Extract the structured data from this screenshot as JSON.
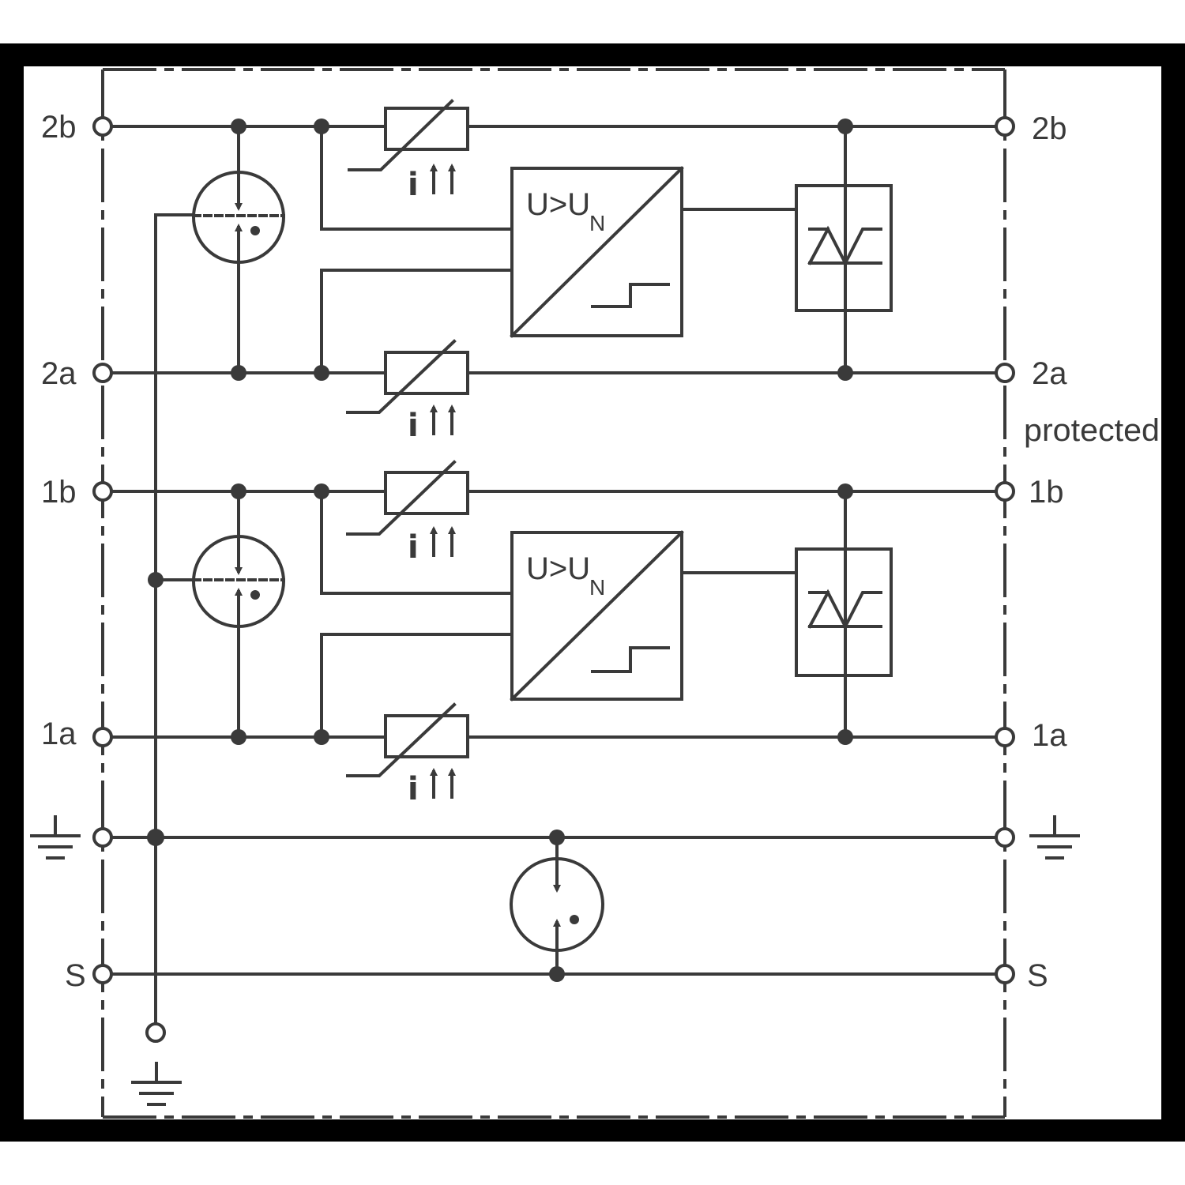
{
  "terminals_left": {
    "t2b": "2b",
    "t2a": "2a",
    "t1b": "1b",
    "t1a": "1a",
    "s": "S"
  },
  "terminals_right": {
    "t2b": "2b",
    "t2a": "2a",
    "t1b": "1b",
    "t1a": "1a",
    "s": "S"
  },
  "protected_label": "protected",
  "monitor_label": {
    "main": "U>U",
    "subscript": "N"
  },
  "current_symbol": "i",
  "icons": {
    "ground": "ground-icon",
    "gas_discharge_tube": "gas-discharge-tube-icon",
    "ptc_thermistor": "ptc-thermistor-icon",
    "suppressor_diode": "suppressor-diode-icon"
  },
  "colors": {
    "line": "#3a3a3a",
    "background": "#ffffff",
    "frame": "#000000"
  }
}
